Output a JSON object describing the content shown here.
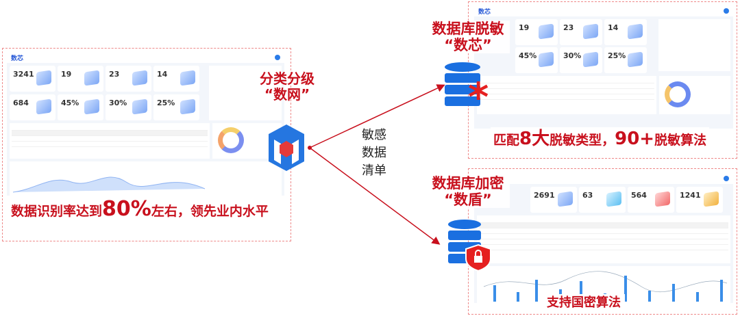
{
  "left": {
    "logo": "数芯",
    "title_line1": "分类分级",
    "title_line2": "“数网”",
    "cards": [
      {
        "value": "3241"
      },
      {
        "value": "19"
      },
      {
        "value": "23"
      },
      {
        "value": "14"
      },
      {
        "value": "684"
      },
      {
        "value": "45%"
      },
      {
        "value": "30%"
      },
      {
        "value": "25%"
      }
    ],
    "caption_pre": "数据识别率达到",
    "caption_big": "80%",
    "caption_post": "左右，领先业内水平"
  },
  "center": {
    "label_lines": [
      "敏感",
      "数据",
      "清单"
    ]
  },
  "top_right": {
    "logo": "数芯",
    "title_line1": "数据库脱敏",
    "title_line2": "“数芯”",
    "cards": [
      {
        "value": "19"
      },
      {
        "value": "23"
      },
      {
        "value": "14"
      },
      {
        "value": "45%"
      },
      {
        "value": "30%"
      },
      {
        "value": "25%"
      }
    ],
    "caption_pre": "匹配",
    "caption_big1": "8大",
    "caption_mid": "脱敏类型，",
    "caption_big2": "90+",
    "caption_post": "脱敏算法"
  },
  "bottom_right": {
    "title_line1": "数据库加密",
    "title_line2": "“数盾”",
    "cards": [
      {
        "value": "2691"
      },
      {
        "value": "63"
      },
      {
        "value": "564"
      },
      {
        "value": "1241"
      }
    ],
    "caption": "支持国密算法"
  },
  "colors": {
    "accent": "#c8101d",
    "brand": "#2a5bd7"
  }
}
